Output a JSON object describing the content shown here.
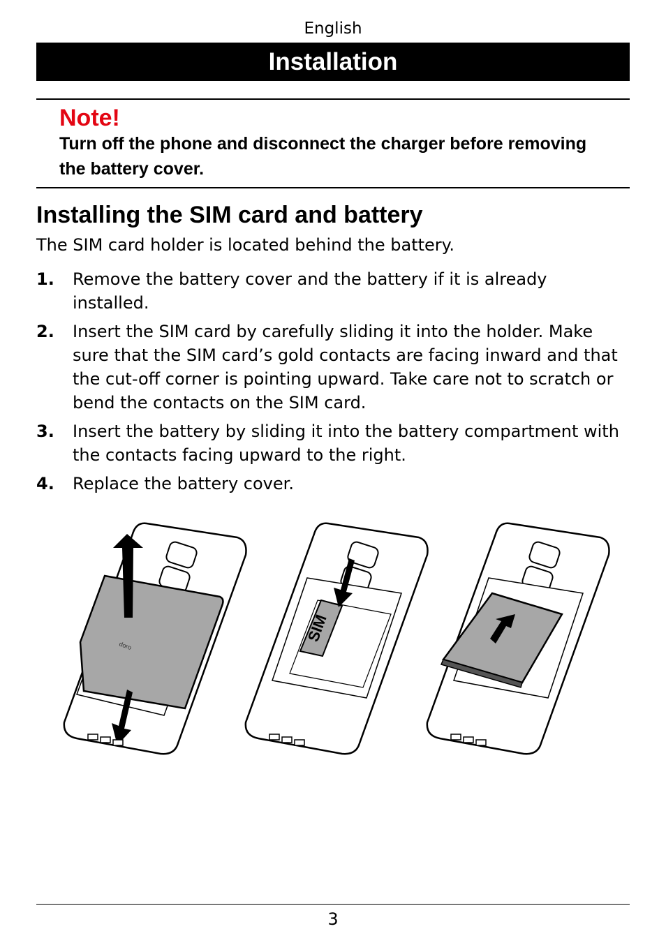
{
  "header": {
    "language": "English",
    "section_title": "Installation"
  },
  "note": {
    "title": "Note!",
    "text": "Turn off the phone and disconnect the charger before removing the battery cover."
  },
  "section": {
    "heading": "Installing the SIM card and battery",
    "intro": "The SIM card holder is located behind the battery.",
    "steps": [
      {
        "num": "1.",
        "text": "Remove the battery cover and the battery if it is already installed."
      },
      {
        "num": "2.",
        "text": "Insert the SIM card by carefully sliding it into the holder. Make sure that the SIM card’s gold contacts are facing inward and that the cut-off corner is pointing upward. Take care not to scratch or bend the contacts on the SIM card."
      },
      {
        "num": "3.",
        "text": "Insert the battery by sliding it into the battery compartment with the contacts facing upward to the right."
      },
      {
        "num": "4.",
        "text": "Replace the battery cover."
      }
    ]
  },
  "illustration": {
    "sim_label": "SIM",
    "brand_mark": "doro",
    "colors": {
      "battery_gray": "#a7a7a7",
      "line": "#000000",
      "note_red": "#e30613"
    }
  },
  "footer": {
    "page_number": "3"
  }
}
